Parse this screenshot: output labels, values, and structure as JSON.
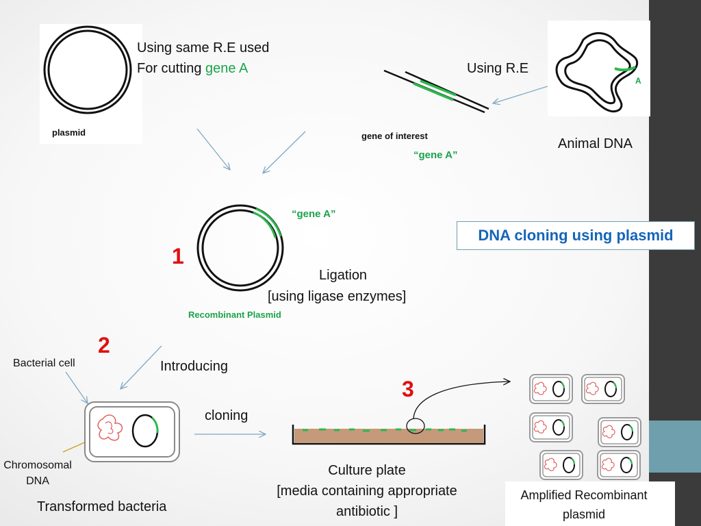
{
  "slide": {
    "title": "DNA cloning using plasmid",
    "top_left": {
      "line1": "Using same R.E used",
      "line2_prefix": "For cutting ",
      "line2_highlight": "gene A",
      "plasmid_label": "plasmid"
    },
    "top_right": {
      "using_re": "Using R.E",
      "gene_marker": "A",
      "animal_dna": "Animal DNA",
      "gene_of_interest": "gene of  interest",
      "gene_a_quote": "“gene A”"
    },
    "middle": {
      "step_number": "1",
      "gene_a_quote": "“gene A”",
      "ligation": "Ligation",
      "ligation_detail": "[using ligase enzymes]",
      "recombinant_label": "Recombinant Plasmid"
    },
    "bottom": {
      "step2": "2",
      "step3": "3",
      "bacterial_cell": "Bacterial cell",
      "introducing": "Introducing",
      "cloning": "cloning",
      "chromosomal_dna_line1": "Chromosomal",
      "chromosomal_dna_line2": "DNA",
      "transformed_bacteria": "Transformed bacteria",
      "culture_plate_line1": "Culture plate",
      "culture_plate_line2": "[media containing appropriate",
      "culture_plate_line3": "antibiotic ]",
      "amplified_line1": "Amplified Recombinant",
      "amplified_line2": "plasmid"
    },
    "colors": {
      "gene_green": "#1aa34a",
      "arrow_blue": "#7fa8c4",
      "step_red": "#e01010",
      "title_blue": "#1466b8",
      "sidebar_dark": "#3b3b3b",
      "sidebar_accent": "#6f9fac"
    }
  }
}
